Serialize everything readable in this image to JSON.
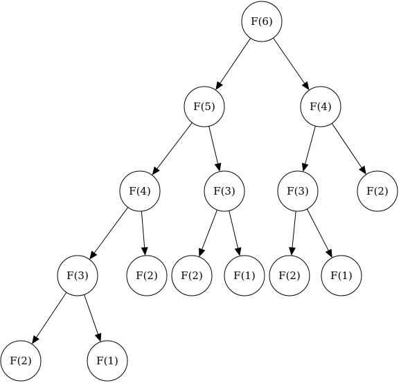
{
  "diagram": {
    "type": "tree",
    "nodes": [
      {
        "id": "n1",
        "label": "F(6)"
      },
      {
        "id": "n2",
        "label": "F(5)"
      },
      {
        "id": "n3",
        "label": "F(4)"
      },
      {
        "id": "n4",
        "label": "F(4)"
      },
      {
        "id": "n5",
        "label": "F(3)"
      },
      {
        "id": "n6",
        "label": "F(3)"
      },
      {
        "id": "n7",
        "label": "F(2)"
      },
      {
        "id": "n8",
        "label": "F(3)"
      },
      {
        "id": "n9",
        "label": "F(2)"
      },
      {
        "id": "n10",
        "label": "F(2)"
      },
      {
        "id": "n11",
        "label": "F(1)"
      },
      {
        "id": "n12",
        "label": "F(2)"
      },
      {
        "id": "n13",
        "label": "F(1)"
      },
      {
        "id": "n14",
        "label": "F(2)"
      },
      {
        "id": "n15",
        "label": "F(1)"
      }
    ],
    "edges": [
      {
        "from": "n1",
        "to": "n2"
      },
      {
        "from": "n1",
        "to": "n3"
      },
      {
        "from": "n2",
        "to": "n4"
      },
      {
        "from": "n2",
        "to": "n5"
      },
      {
        "from": "n3",
        "to": "n6"
      },
      {
        "from": "n3",
        "to": "n7"
      },
      {
        "from": "n4",
        "to": "n8"
      },
      {
        "from": "n4",
        "to": "n9"
      },
      {
        "from": "n5",
        "to": "n10"
      },
      {
        "from": "n5",
        "to": "n11"
      },
      {
        "from": "n6",
        "to": "n12"
      },
      {
        "from": "n6",
        "to": "n13"
      },
      {
        "from": "n8",
        "to": "n14"
      },
      {
        "from": "n8",
        "to": "n15"
      }
    ]
  }
}
